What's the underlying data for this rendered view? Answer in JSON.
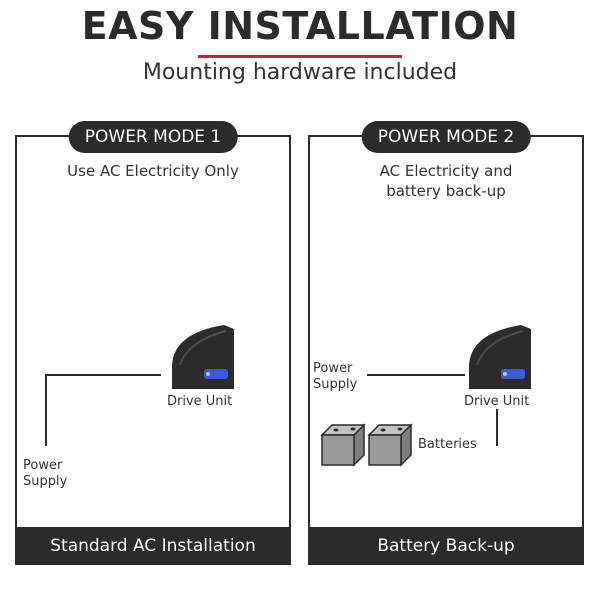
{
  "header": {
    "title": "EASY INSTALLATION",
    "subtitle": "Mounting hardware included",
    "accent_color": "#c8242b"
  },
  "panels": [
    {
      "mode": "POWER MODE 1",
      "description": [
        "Use AC Electricity Only"
      ],
      "footer": "Standard AC Installation",
      "labels": {
        "drive_unit": "Drive Unit",
        "power_supply": [
          "Power",
          "Supply"
        ]
      }
    },
    {
      "mode": "POWER MODE 2",
      "description": [
        "AC Electricity and",
        "battery back-up"
      ],
      "footer": "Battery Back-up",
      "labels": {
        "drive_unit": "Drive Unit",
        "power_supply": [
          "Power",
          "Supply"
        ],
        "batteries": "Batteries"
      }
    }
  ],
  "icons": {
    "drive_unit": "drive-unit-icon",
    "battery": "battery-icon",
    "indicator_color": "#3e5bd6"
  },
  "colors": {
    "dark": "#2b2b2b",
    "battery_fill": "#9a9a9a"
  }
}
